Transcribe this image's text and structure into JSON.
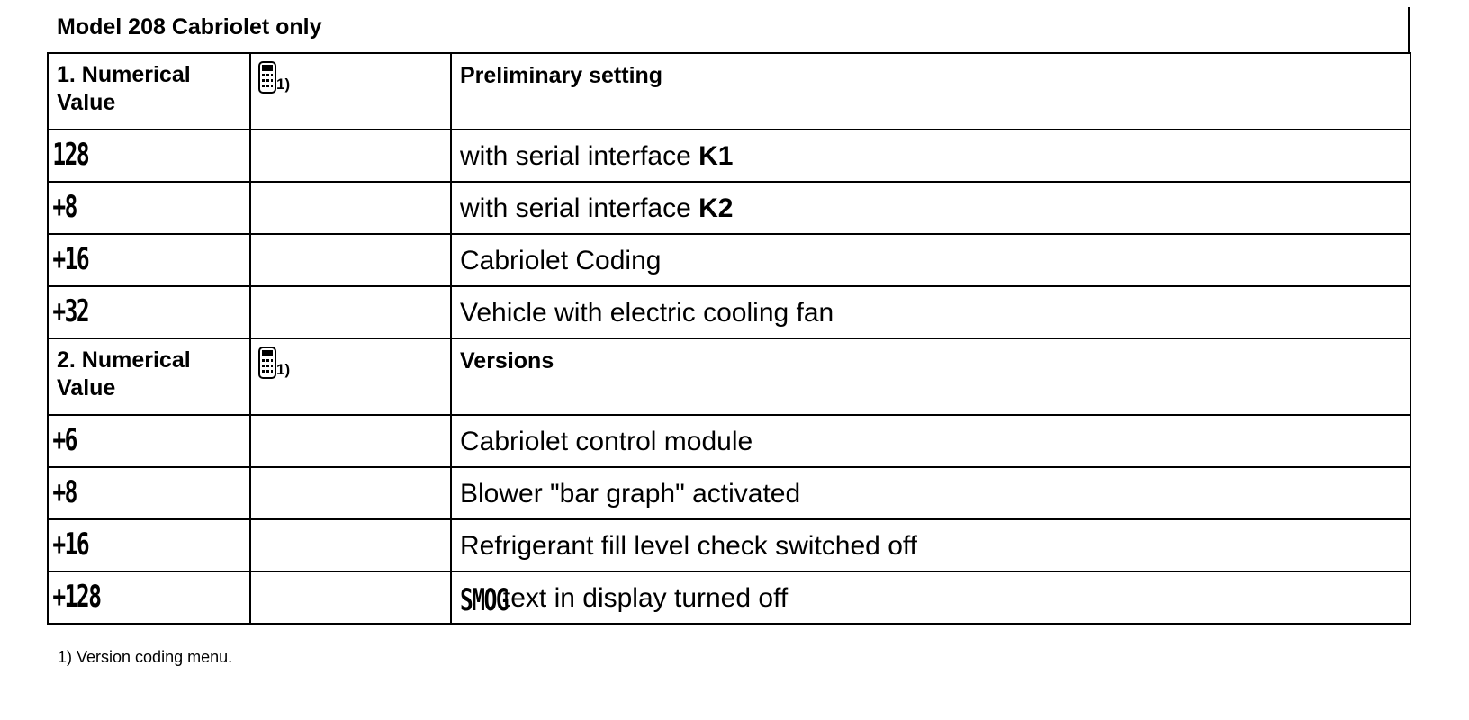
{
  "title": "Model 208 Cabriolet only",
  "sections": [
    {
      "header": {
        "numerical_label": "1. Numerical Value",
        "icon": "version-coding-menu-icon",
        "icon_footnote": "1)",
        "description": "Preliminary setting"
      },
      "rows": [
        {
          "value": "128",
          "text": "with serial interface ",
          "bold": "K1"
        },
        {
          "value": "+8",
          "text": "with serial interface ",
          "bold": "K2"
        },
        {
          "value": "+16",
          "text": "Cabriolet Coding",
          "bold": ""
        },
        {
          "value": "+32",
          "text": "Vehicle with electric cooling fan",
          "bold": ""
        }
      ]
    },
    {
      "header": {
        "numerical_label": "2. Numerical Value",
        "icon": "version-coding-menu-icon",
        "icon_footnote": "1)",
        "description": "Versions"
      },
      "rows": [
        {
          "value": "+6",
          "text": "Cabriolet control module",
          "bold": ""
        },
        {
          "value": "+8",
          "text": "Blower \"bar graph\" activated",
          "bold": ""
        },
        {
          "value": "+16",
          "text": "Refrigerant fill level check switched off",
          "bold": ""
        },
        {
          "value": "+128",
          "display": "SMOG",
          "text": "text in display turned off",
          "bold": ""
        }
      ]
    }
  ],
  "footnote": "1) Version coding menu."
}
